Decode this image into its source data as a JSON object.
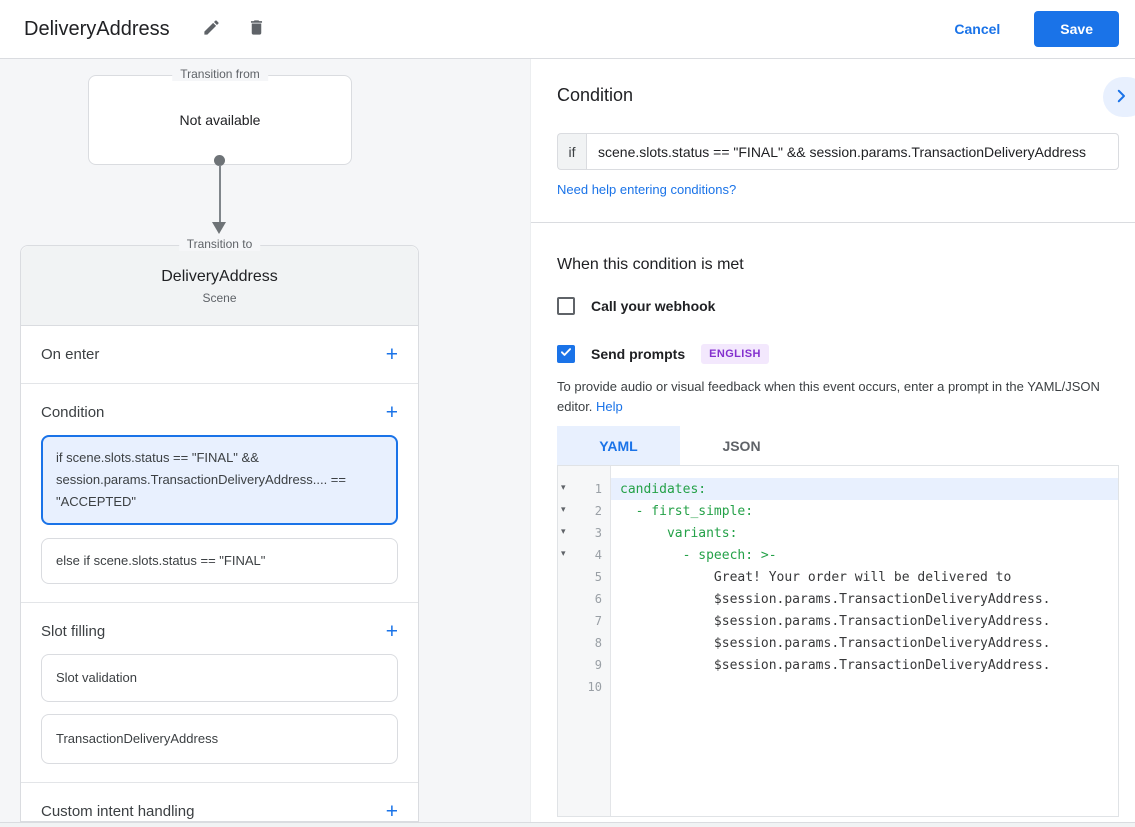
{
  "header": {
    "title": "DeliveryAddress",
    "cancel_label": "Cancel",
    "save_label": "Save"
  },
  "flow": {
    "from_label": "Transition from",
    "from_value": "Not available",
    "to_label": "Transition to",
    "scene_name": "DeliveryAddress",
    "scene_subtitle": "Scene"
  },
  "scene": {
    "on_enter_title": "On enter",
    "condition_title": "Condition",
    "condition_selected_text": "if scene.slots.status == \"FINAL\" && session.params.TransactionDeliveryAddress.... == \"ACCEPTED\"",
    "condition_else_text": "else if scene.slots.status == \"FINAL\"",
    "slot_filling_title": "Slot filling",
    "slot_validation_text": "Slot validation",
    "slot_param_text": "TransactionDeliveryAddress",
    "custom_intent_title": "Custom intent handling"
  },
  "condition_panel": {
    "title": "Condition",
    "if_label": "if",
    "if_value": "scene.slots.status == \"FINAL\" && session.params.TransactionDeliveryAddress",
    "help_link": "Need help entering conditions?"
  },
  "when_met": {
    "title": "When this condition is met",
    "webhook_label": "Call your webhook",
    "prompts_label": "Send prompts",
    "language_badge": "ENGLISH",
    "description": "To provide audio or visual feedback when this event occurs, enter a prompt in the YAML/JSON editor.",
    "help_label": "Help"
  },
  "editor": {
    "yaml_tab": "YAML",
    "json_tab": "JSON",
    "lines": [
      {
        "num": "1",
        "text": "candidates:"
      },
      {
        "num": "2",
        "text": "  - first_simple:"
      },
      {
        "num": "3",
        "text": "      variants:"
      },
      {
        "num": "4",
        "text": "        - speech: >-"
      },
      {
        "num": "5",
        "text": "            Great! Your order will be delivered to"
      },
      {
        "num": "6",
        "text": "            $session.params.TransactionDeliveryAddress."
      },
      {
        "num": "7",
        "text": "            $session.params.TransactionDeliveryAddress."
      },
      {
        "num": "8",
        "text": "            $session.params.TransactionDeliveryAddress."
      },
      {
        "num": "9",
        "text": "            $session.params.TransactionDeliveryAddress."
      },
      {
        "num": "10",
        "text": ""
      }
    ]
  },
  "colors": {
    "accent": "#1a73e8",
    "selection_bg": "#e8f0fe",
    "badge_bg": "#f3e8fd",
    "badge_text": "#8430ce",
    "code_key_green": "#24a148",
    "page_bg": "#f5f6f8"
  }
}
